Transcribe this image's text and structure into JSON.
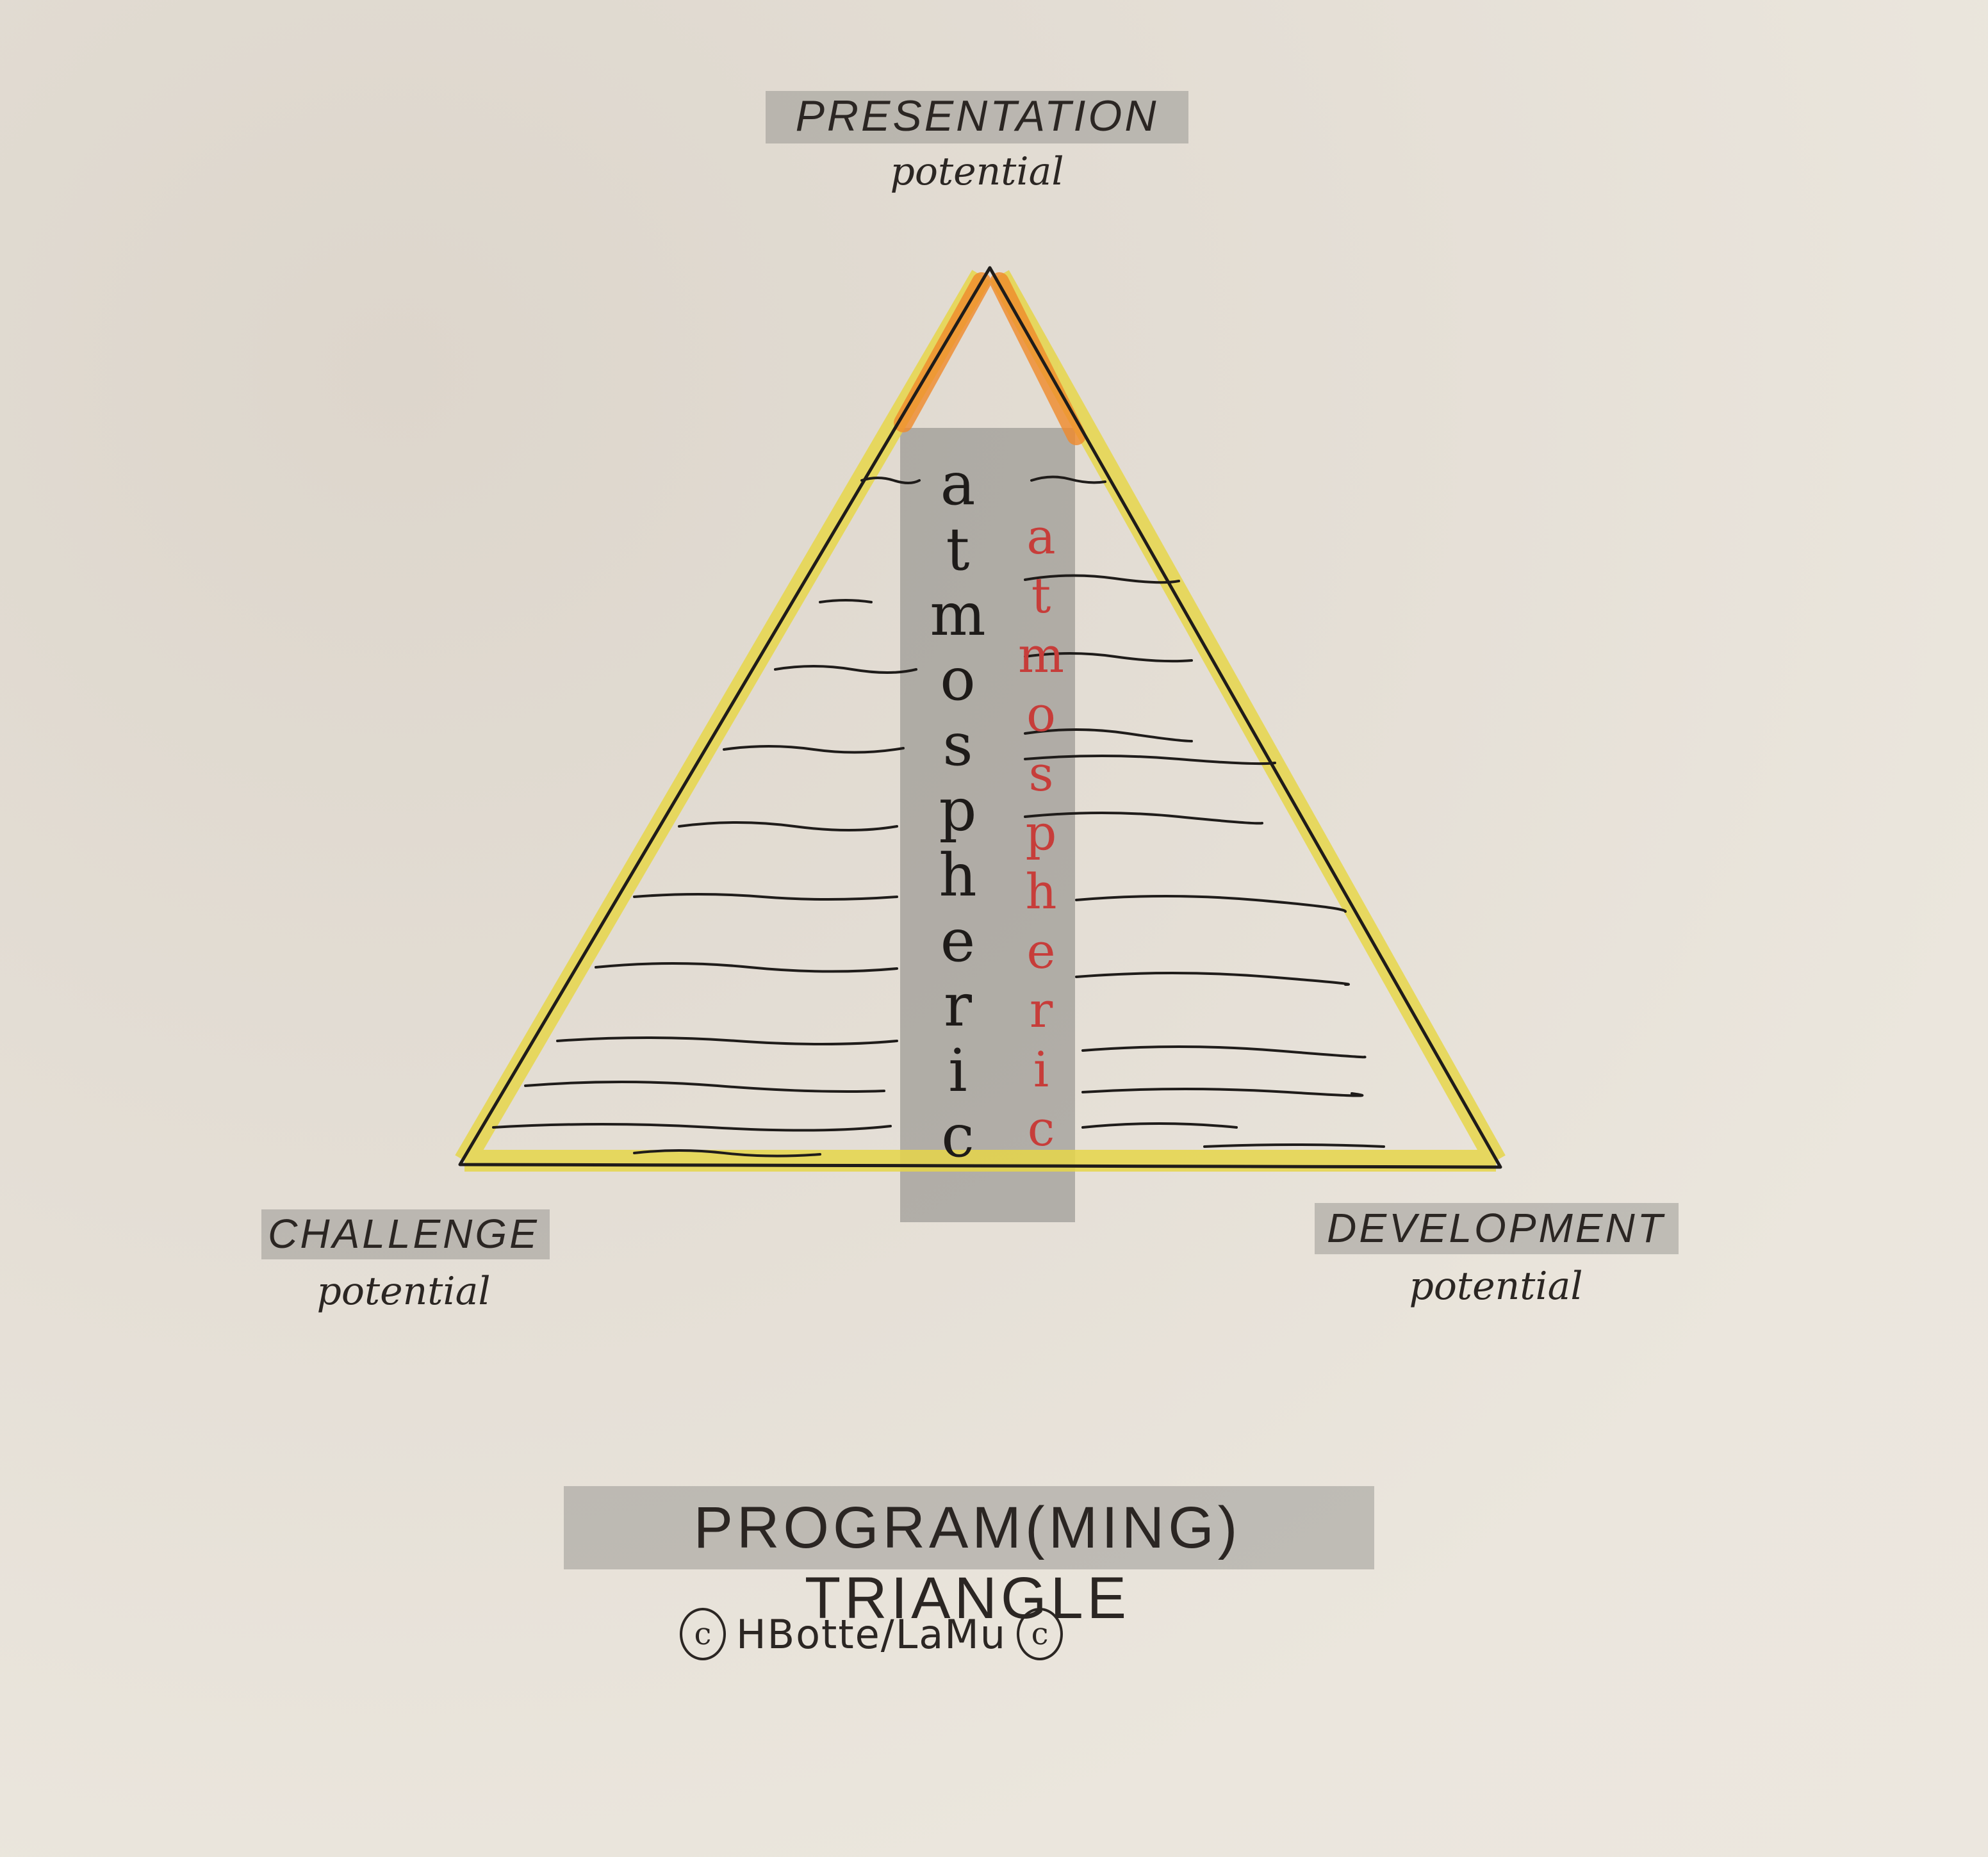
{
  "vertices": {
    "top": {
      "title": "PRESENTATION",
      "subtitle": "potential"
    },
    "left": {
      "title": "CHALLENGE",
      "subtitle": "potential"
    },
    "right": {
      "title": "DEVELOPMENT",
      "subtitle": "potential"
    }
  },
  "center_word_black": [
    "a",
    "t",
    "m",
    "o",
    "s",
    "p",
    "h",
    "e",
    "r",
    "i",
    "c"
  ],
  "center_word_red": [
    "a",
    "t",
    "m",
    "o",
    "s",
    "p",
    "h",
    "e",
    "r",
    "i",
    "c"
  ],
  "footer": {
    "title": "PROGRAM(MING) TRIANGLE",
    "copyright": "HBotte/LaMu"
  },
  "colors": {
    "ink": "#2b2623",
    "red_ink": "#c73d3a",
    "yellow_highlight": "#e8d84a",
    "orange_highlight": "#f08a2a",
    "grey_marker": "#8a8a87"
  }
}
